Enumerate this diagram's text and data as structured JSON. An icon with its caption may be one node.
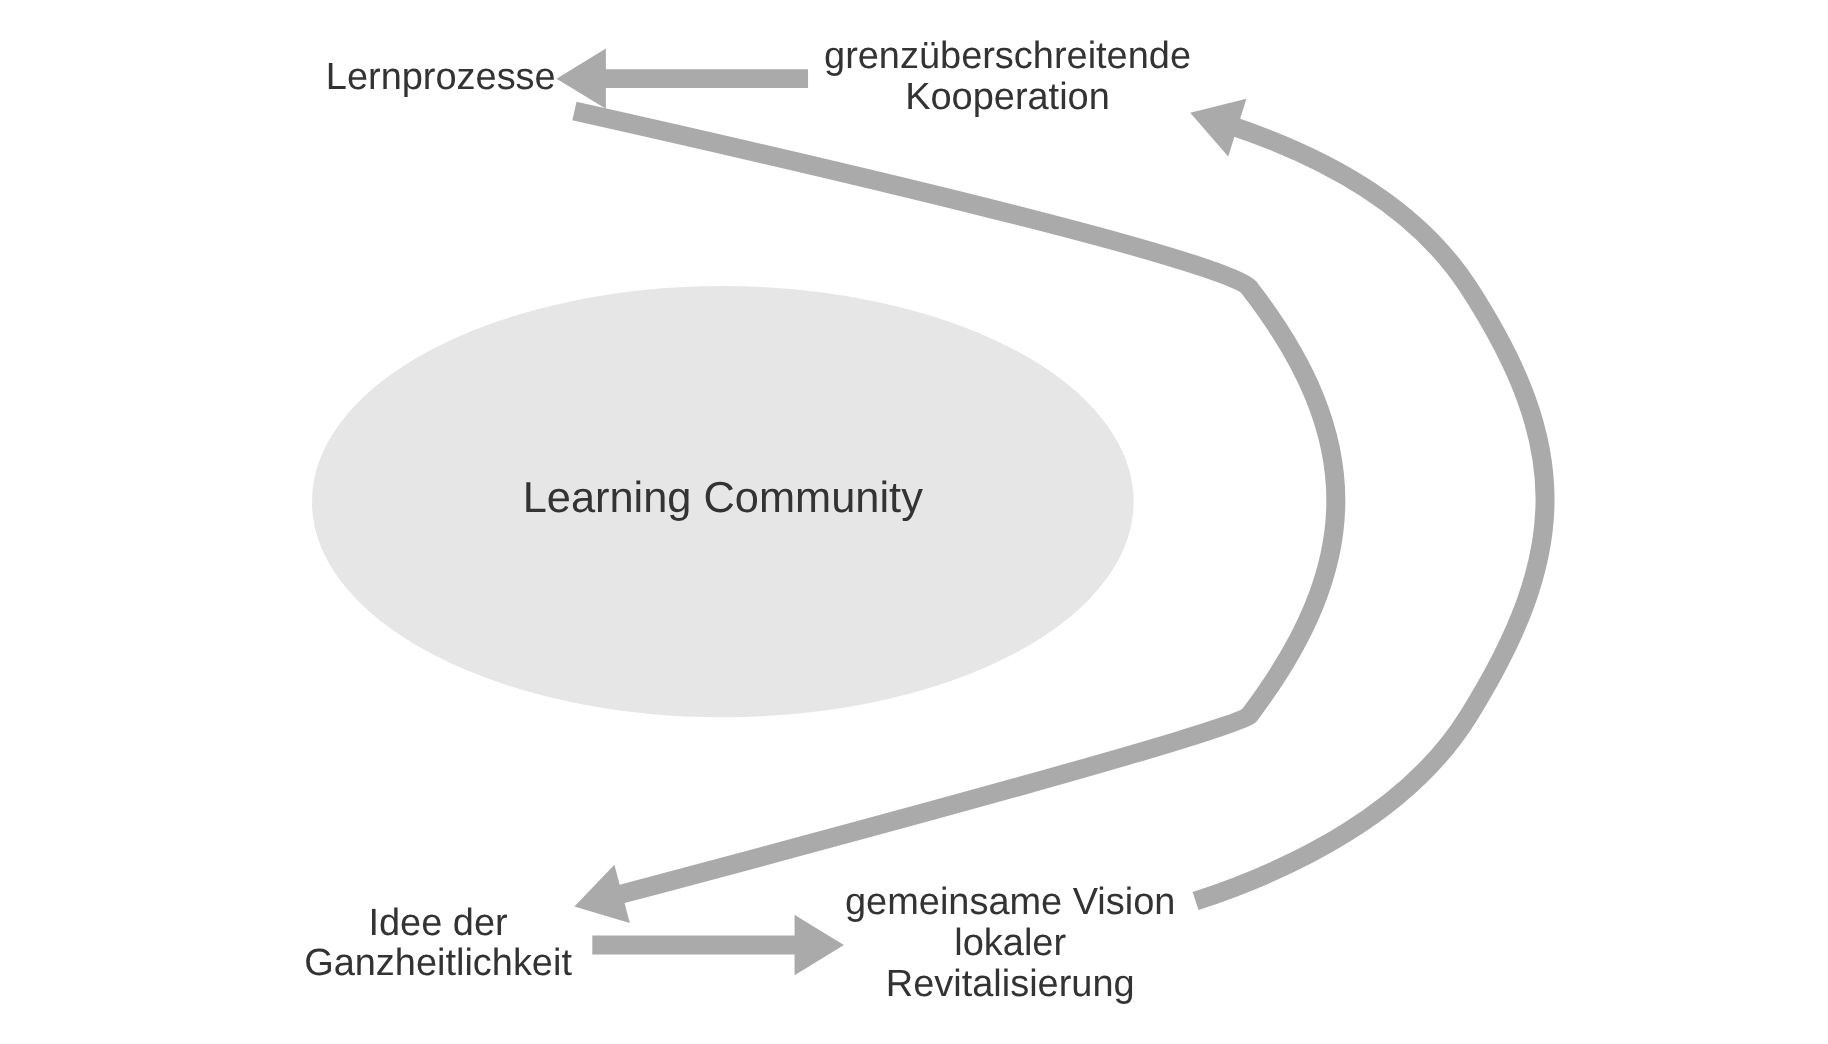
{
  "diagram": {
    "nodes": [
      {
        "text": [
          "Learning Community"
        ]
      },
      {
        "text": [
          "grenzüberschreitende Kooperation"
        ]
      },
      {
        "text": [
          "Lernprozesse"
        ]
      },
      {
        "text": [
          "Idee der Ganzheitlichkeit"
        ]
      },
      {
        "text": [
          "gemeinsame Vision lokaler Revitalisierung"
        ]
      }
    ],
    "edges": [
      {
        "from": 1,
        "to": 2,
        "arrow": "to"
      },
      {
        "from": 2,
        "to": 3,
        "arrow": "to"
      },
      {
        "from": 3,
        "to": 4,
        "arrow": "to"
      },
      {
        "from": 4,
        "to": 1,
        "arrow": "to"
      }
    ]
  }
}
